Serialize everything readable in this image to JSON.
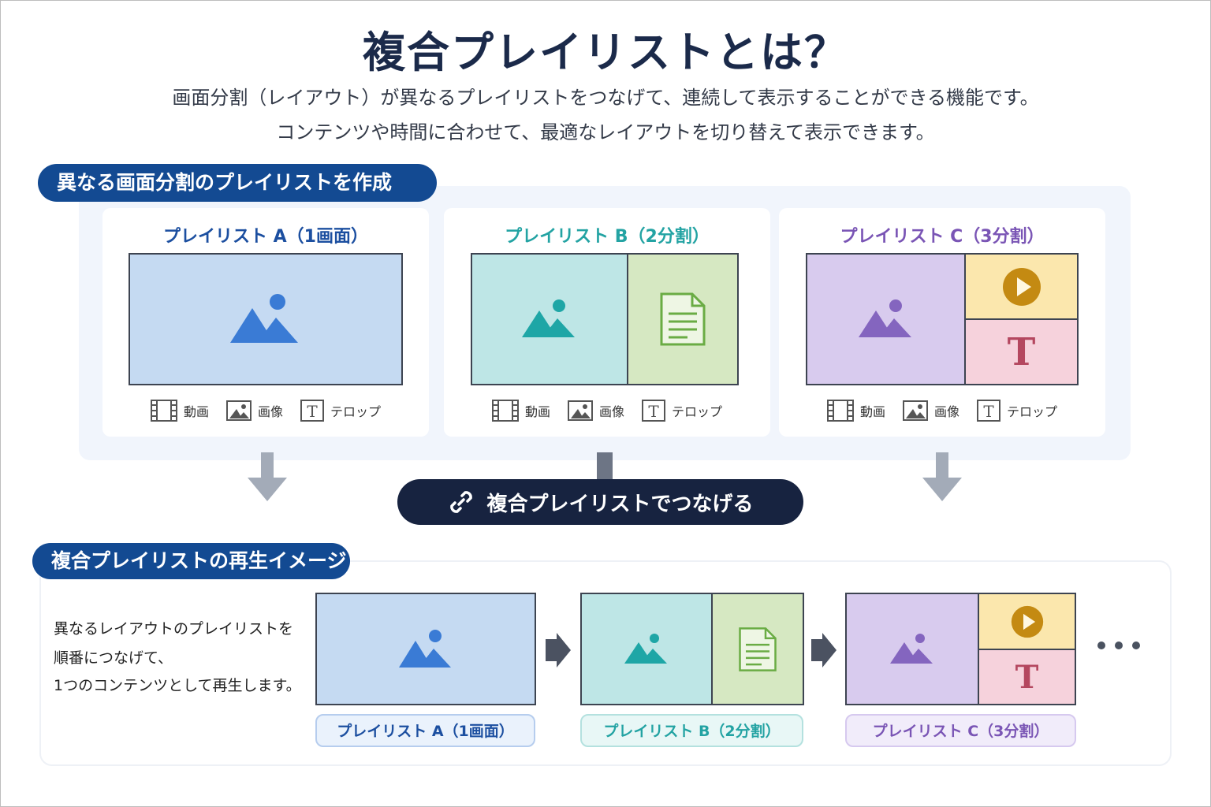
{
  "page": {
    "title": "複合プレイリストとは？",
    "subtitle_lines": [
      "画面分割（レイアウト）が異なるプレイリストをつなげて、連続して表示することができる機能です。",
      "コンテンツや時間に合わせて、最適なレイアウトを切り替えて表示できます。"
    ]
  },
  "section_create": {
    "label": "異なる画面分割のプレイリストを作成"
  },
  "playlists": [
    {
      "title": "プレイリスト A（1画面）",
      "color": "#1c4fa0"
    },
    {
      "title": "プレイリスト B（2分割）",
      "color": "#23a3a3"
    },
    {
      "title": "プレイリスト C（3分割）",
      "color": "#7a55b5"
    }
  ],
  "legend": {
    "video": "動画",
    "image": "画像",
    "telop": "テロップ"
  },
  "telop_glyph": "T",
  "connect": {
    "label": "複合プレイリストでつなげる"
  },
  "section_play": {
    "label": "複合プレイリストの再生イメージ",
    "description": [
      "異なるレイアウトのプレイリストを",
      "順番につなげて、",
      "1つのコンテンツとして再生します。"
    ]
  },
  "colors": {
    "blue_fill": "#c5daf2",
    "blue_icon": "#3a7bd5",
    "teal_fill": "#bee6e6",
    "teal_icon": "#1ea6a6",
    "green_fill": "#d6e8c2",
    "green_icon": "#6aac44",
    "purple_fill": "#d8cbee",
    "purple_icon": "#8465bf",
    "yellow_fill": "#fbe7ad",
    "yellow_icon": "#c48a12",
    "pink_fill": "#f6d2dc",
    "pink_icon": "#b4475f",
    "navy": "#134a92",
    "dark": "#172340"
  }
}
